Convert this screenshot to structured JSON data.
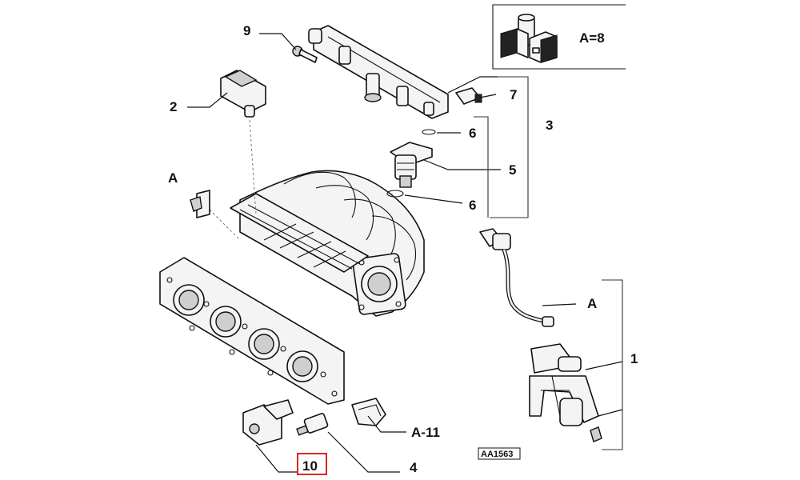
{
  "diagram": {
    "code": "AA1563",
    "legend_text": "A=8",
    "labels": {
      "l1": "1",
      "l2": "2",
      "l3": "3",
      "l4": "4",
      "l5": "5",
      "l6a": "6",
      "l6b": "6",
      "l7": "7",
      "l9": "9",
      "l10": "10",
      "lA1": "A",
      "lA2": "A",
      "lA11": "A-11"
    },
    "highlight_color": "#e0242a"
  }
}
